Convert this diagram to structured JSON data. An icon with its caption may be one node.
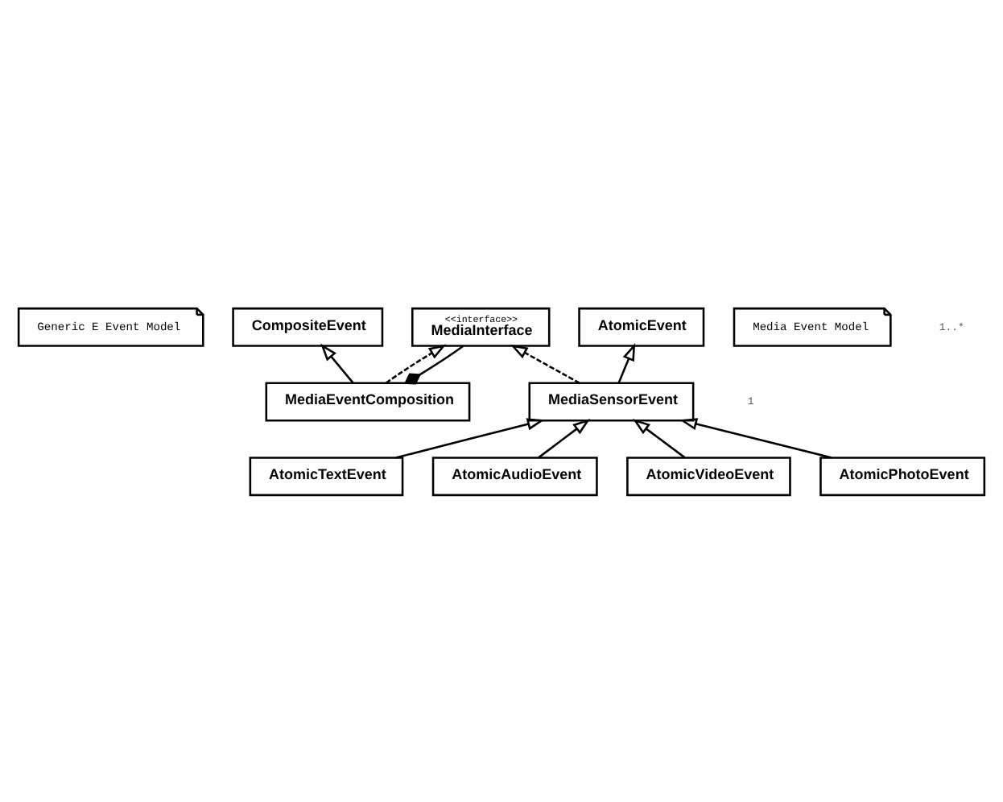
{
  "diagram": {
    "nodes": [
      {
        "text": [
          "Generic E Event Model"
        ]
      },
      {
        "text": [
          "AtomicEvent"
        ]
      },
      {
        "text": [
          "CompositeEvent"
        ]
      },
      {
        "text": [
          "Media Event Model"
        ]
      },
      {
        "text": [
          "<<interface>>",
          "MediaInterface"
        ]
      },
      {
        "text": [
          "MediaSensorEvent"
        ]
      },
      {
        "text": [
          "MediaEventComposition"
        ]
      },
      {
        "text": [
          "AtomicTextEvent"
        ]
      },
      {
        "text": [
          "AtomicAudioEvent"
        ]
      },
      {
        "text": [
          "AtomicVideoEvent"
        ]
      },
      {
        "text": [
          "AtomicPhotoEvent"
        ]
      }
    ],
    "edges": [
      {
        "from": 5,
        "to": 1,
        "arrow": "to"
      },
      {
        "from": 6,
        "to": 2,
        "arrow": "to"
      },
      {
        "from": 5,
        "to": 4,
        "arrow": "to",
        "style": "dashed"
      },
      {
        "from": 6,
        "to": 4,
        "arrow": "to",
        "style": "dashed"
      },
      {
        "from": 4,
        "to": 6,
        "arrow": "other"
      },
      {
        "from": 7,
        "to": 5,
        "arrow": "to"
      },
      {
        "from": 8,
        "to": 5,
        "arrow": "to"
      },
      {
        "from": 9,
        "to": 5,
        "arrow": "to"
      },
      {
        "from": 10,
        "to": 5,
        "arrow": "to"
      }
    ],
    "labels": [
      "1..*",
      "1"
    ]
  }
}
